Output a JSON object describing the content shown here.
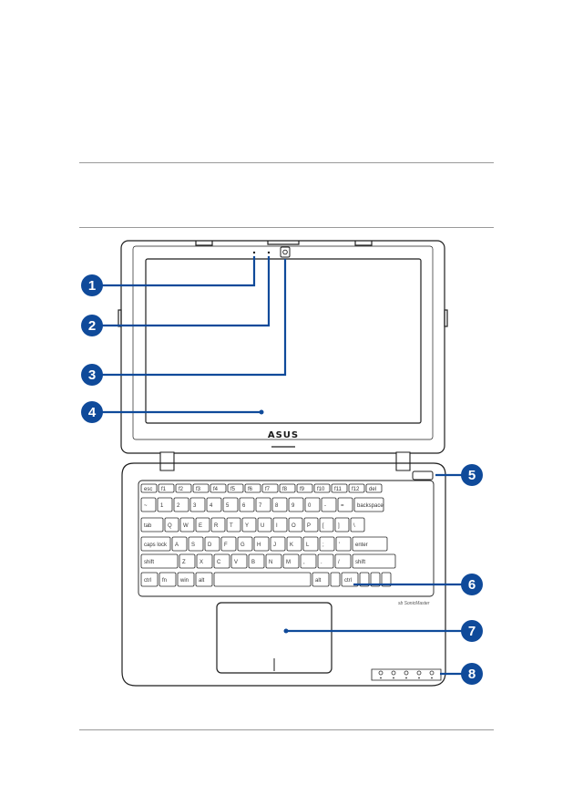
{
  "brand": "ASUS",
  "keyboard_badge": "sb SonicMaster",
  "colors": {
    "callout": "#0f4a9a",
    "outline": "#1e1e1e",
    "rule": "#9a9a9a"
  },
  "callouts": [
    {
      "number": "1"
    },
    {
      "number": "2"
    },
    {
      "number": "3"
    },
    {
      "number": "4"
    },
    {
      "number": "5"
    },
    {
      "number": "6"
    },
    {
      "number": "7"
    },
    {
      "number": "8"
    }
  ],
  "keyboard_rows": [
    [
      "esc",
      "f1",
      "f2",
      "f3",
      "f4",
      "f5",
      "f6",
      "f7",
      "f8",
      "f9",
      "f10",
      "f11",
      "f12",
      "del"
    ],
    [
      "~",
      "1",
      "2",
      "3",
      "4",
      "5",
      "6",
      "7",
      "8",
      "9",
      "0",
      "-",
      "=",
      "backspace"
    ],
    [
      "tab",
      "Q",
      "W",
      "E",
      "R",
      "T",
      "Y",
      "U",
      "I",
      "O",
      "P",
      "[",
      "]",
      "\\"
    ],
    [
      "caps lock",
      "A",
      "S",
      "D",
      "F",
      "G",
      "H",
      "J",
      "K",
      "L",
      ";",
      "'",
      "enter"
    ],
    [
      "shift",
      "Z",
      "X",
      "C",
      "V",
      "B",
      "N",
      "M",
      ",",
      ".",
      "/",
      "shift"
    ],
    [
      "ctrl",
      "fn",
      "win",
      "alt",
      "",
      "alt",
      "",
      "ctrl",
      "",
      "",
      ""
    ]
  ],
  "status_indicators": [
    "power-icon",
    "battery-icon",
    "drive-icon",
    "wifi-icon",
    "lock-icon"
  ]
}
